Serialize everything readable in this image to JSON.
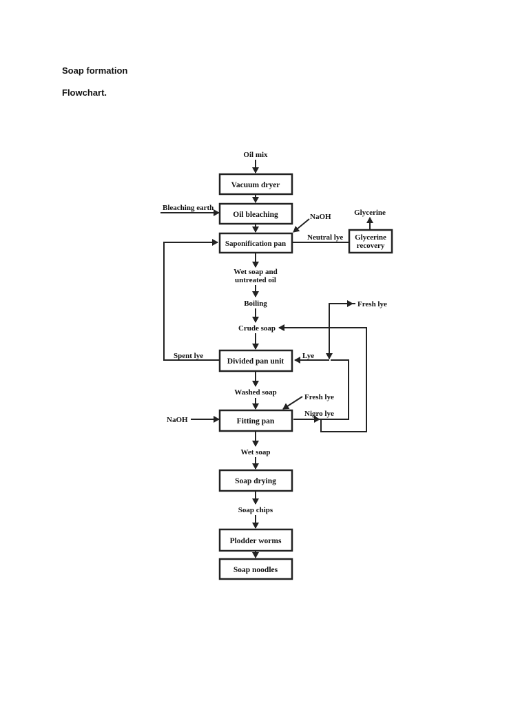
{
  "document": {
    "heading": "Soap formation",
    "subheading": "Flowchart."
  },
  "flowchart": {
    "boxes": {
      "vacuum_dryer": "Vacuum dryer",
      "oil_bleaching": "Oil bleaching",
      "saponification_pan": "Saponification pan",
      "glycerine_recovery_1": "Glycerine",
      "glycerine_recovery_2": "recovery",
      "divided_pan_unit": "Divided pan unit",
      "fitting_pan": "Fitting pan",
      "soap_drying": "Soap drying",
      "plodder_worms": "Plodder worms",
      "soap_noodles": "Soap noodles"
    },
    "labels": {
      "oil_mix": "Oil mix",
      "bleaching_earth": "Bleaching earth",
      "naoh_1": "NaOH",
      "glycerine": "Glycerine",
      "neutral_lye": "Neutral lye",
      "wet_soap_untreated_1": "Wet soap and",
      "wet_soap_untreated_2": "untreated oil",
      "boiling": "Boiling",
      "fresh_lye_1": "Fresh lye",
      "crude_soap": "Crude soap",
      "spent_lye": "Spent lye",
      "lye": "Lye",
      "washed_soap": "Washed soap",
      "fresh_lye_2": "Fresh lye",
      "naoh_2": "NaOH",
      "nigro_lye": "Nigro lye",
      "wet_soap": "Wet soap",
      "soap_chips": "Soap chips"
    }
  }
}
